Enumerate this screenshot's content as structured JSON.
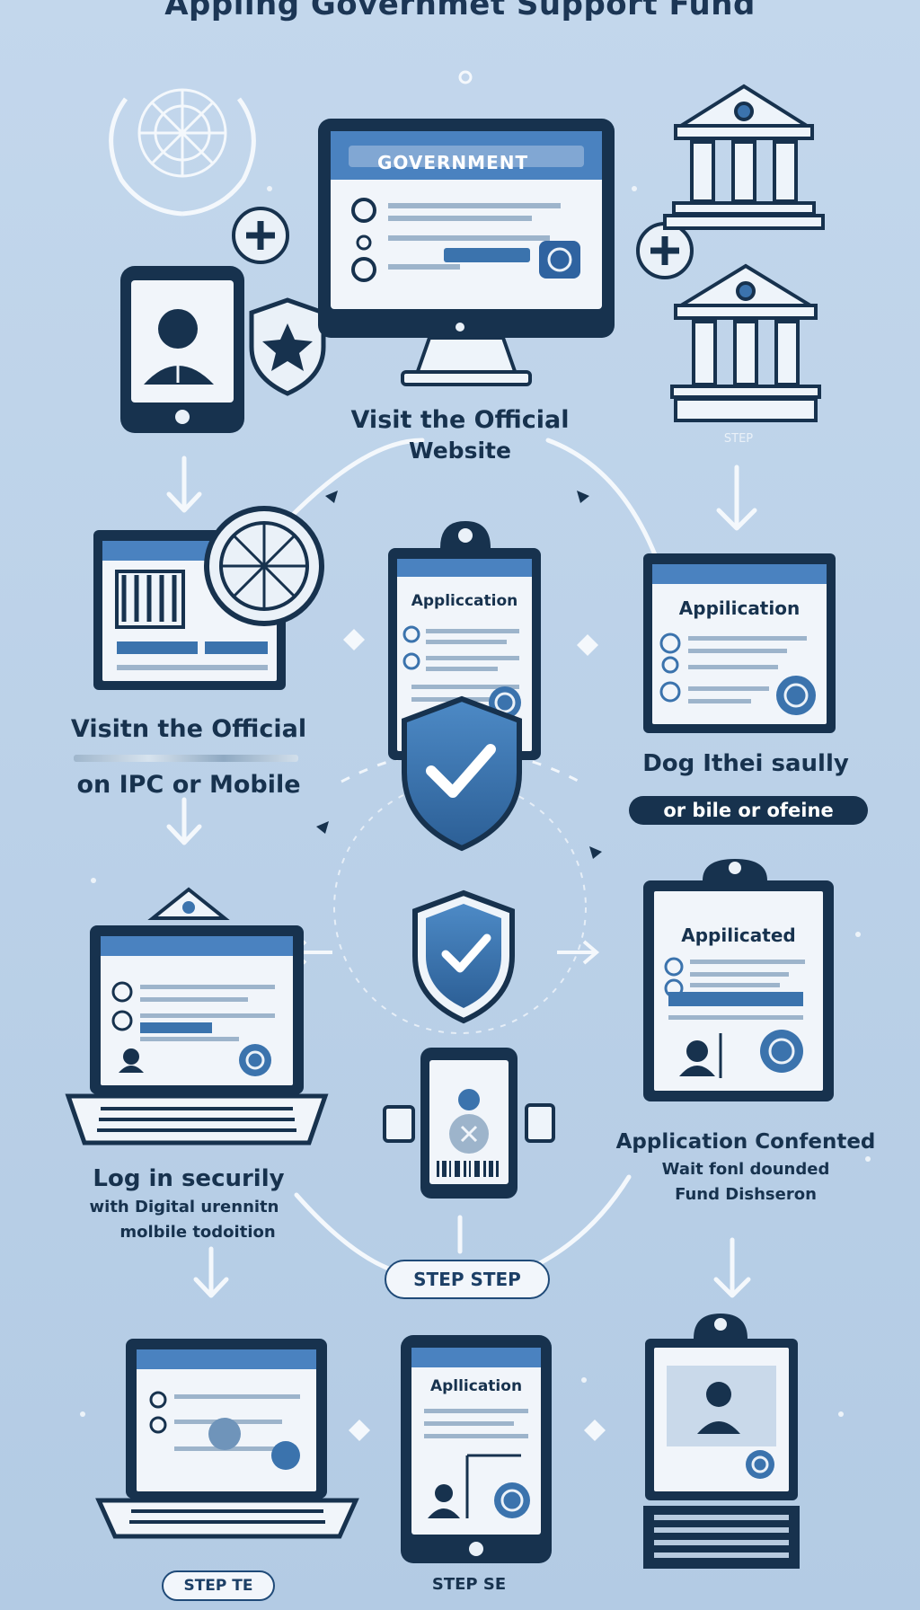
{
  "title": "Appling Governmet Support Fund",
  "labels": {
    "visit_top_line1": "Visit the Official",
    "visit_top_line2": "Website",
    "step_small": "Step",
    "visin_line1": "Visitn the Official",
    "visin_line3": "on IPC or Mobile",
    "dog_line": "Dog Ithei saully",
    "dark_pill": "or bile or ofeine",
    "login_line1": "Log in securily",
    "login_line2": "with Digital urennitn",
    "login_line3": "molbile todoition",
    "confirmed_line1": "Application Confented",
    "confirmed_line2": "Wait fonl dounded",
    "confirmed_line3": "Fund Dishseron",
    "step_step": "Step Step",
    "step_te": "Step Te",
    "step_se": "Step Se"
  },
  "cards": {
    "monitor_header": "Government",
    "clipboard_center_title": "Appliccation",
    "card_right_title": "Appilication",
    "clipboard_right_title": "Appilicated",
    "tablet_bottom_title": "Apllication"
  },
  "colors": {
    "background": "#bcd2e8",
    "navy": "#17324e",
    "blue": "#3b73ad",
    "header_blue": "#4a82c0",
    "screen": "#f1f5fa"
  }
}
